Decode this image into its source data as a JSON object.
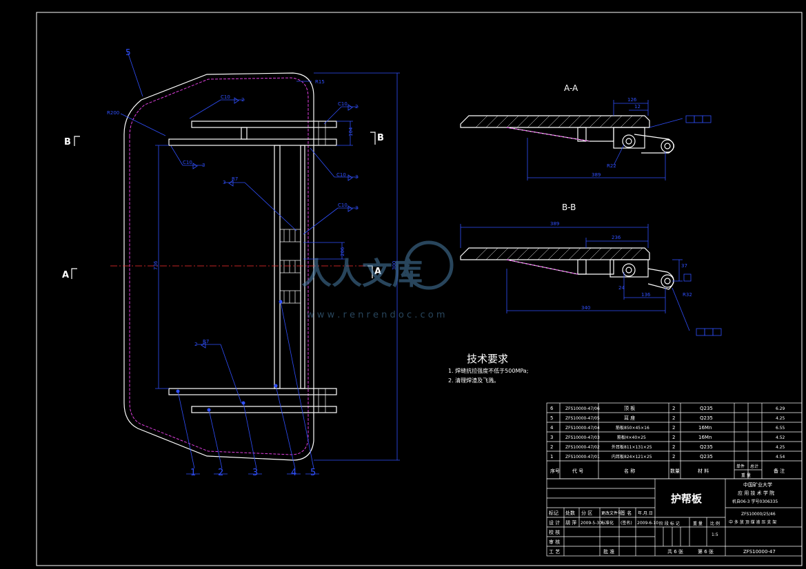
{
  "section_labels": {
    "aa": "A-A",
    "bb": "B-B",
    "a_left": "A",
    "a_right": "A",
    "b_left": "B",
    "b_right": "B"
  },
  "balloons": [
    "1",
    "2",
    "3",
    "4",
    "5"
  ],
  "balloon_top": "5",
  "dims": {
    "r15": "R15",
    "r200": "R200",
    "c10a": "C10",
    "c10b": "C10",
    "c10c": "C10",
    "c10d": "C10",
    "r7a": "R7",
    "r7b": "R7",
    "dim_104": "104",
    "dim_206": "206",
    "dim_300": "300",
    "dim_736": "736",
    "dim_126": "126",
    "dim_12": "12",
    "dim_340": "340",
    "dim_389": "389",
    "dim_389b": "389",
    "dim_236": "236",
    "dim_136": "136",
    "r22": "R22",
    "r32": "R32",
    "dim_37": "37",
    "dim_24": "24",
    "w_bb": "2",
    "w_cc": "3"
  },
  "watermark": {
    "brand": "人人文库",
    "url": "w w w . r e n r e n d o c . c o m"
  },
  "tech": {
    "title": "技术要求",
    "line1": "1. 焊缝抗拉强度不低于500MPa;",
    "line2": "2. 清理焊渣及飞溅。"
  },
  "bom": {
    "rows": [
      {
        "no": "6",
        "code": "ZFS10000-47/06",
        "name": "顶 板",
        "qty": "2",
        "mat": "Q235",
        "note": "6.29"
      },
      {
        "no": "5",
        "code": "ZFS10000-47/05",
        "name": "耳 座",
        "qty": "2",
        "mat": "Q235",
        "note": "4.25"
      },
      {
        "no": "4",
        "code": "ZFS10000-47/04",
        "name": "筋板850×45×16",
        "qty": "2",
        "mat": "16Mn",
        "note": "6.55"
      },
      {
        "no": "3",
        "code": "ZFS10000-47/03",
        "name": "筋板H×40×25",
        "qty": "2",
        "mat": "16Mn",
        "note": "4.52"
      },
      {
        "no": "2",
        "code": "ZFS10000-47/02",
        "name": "外耳板811×131×25",
        "qty": "2",
        "mat": "Q235",
        "note": "4.25"
      },
      {
        "no": "1",
        "code": "ZFS10000-47/01",
        "name": "内耳板824×121×25",
        "qty": "2",
        "mat": "Q235",
        "note": "4.54"
      }
    ],
    "header": {
      "no": "序号",
      "code": "代 号",
      "name": "名 称",
      "qty": "数量",
      "mat": "材 料",
      "w1": "单件",
      "w2": "总计",
      "weight": "重 量",
      "note": "备 注"
    }
  },
  "title_block": {
    "part_name": "护帮板",
    "school1": "中国矿业大学",
    "school2": "应 用 技 术 学 院",
    "school3": "机自06-3 学号0306335",
    "drawing_no1": "ZFS10000/25/46",
    "drawing_no2": "中 多 放 顶 煤 液 压 支 架",
    "drawing_no3": "ZFS10000-47",
    "mark": "标记",
    "count": "处数",
    "zone": "分 区",
    "change_doc": "更改文件号",
    "signature": "签 名",
    "date_label": "年.月.日",
    "design": "设 计",
    "designer": "胡 萍",
    "design_date": "2009-5-30",
    "std": "标准化",
    "std_sign": "(签名)",
    "std_date": "2009-6-10",
    "check": "校 核",
    "review": "审 核",
    "process": "工 艺",
    "approve": "批 准",
    "stage_mark": "阶 段 标 记",
    "weight": "重 量",
    "scale": "比 例",
    "scale_val": "1:5",
    "sheets": "共 6 张",
    "sheet": "第 6 张"
  }
}
